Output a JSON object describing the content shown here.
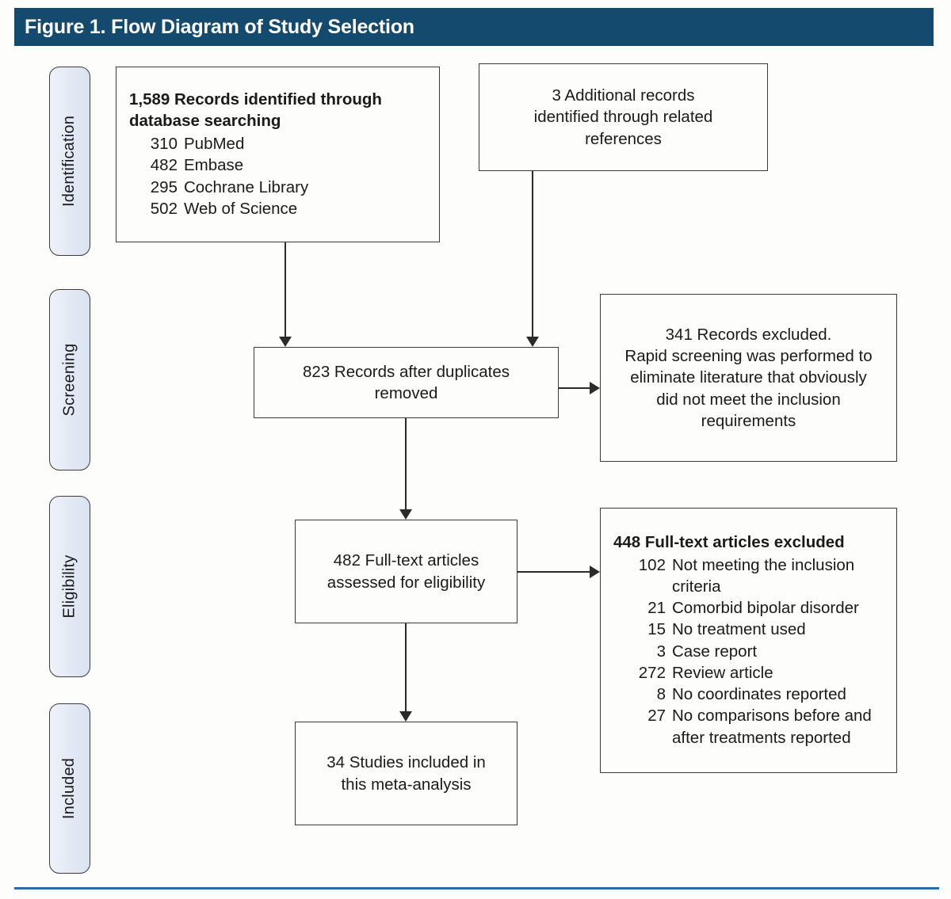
{
  "figure": {
    "header_title": "Figure 1. Flow Diagram of Study Selection",
    "header_color": "#144a6e",
    "rule_color": "#2a6ca8",
    "background": "#fdfdfb",
    "box_border_color": "#3b3b3b",
    "pill_fill": "#e3e9f6"
  },
  "stages": [
    {
      "id": "identification",
      "label": "Identification"
    },
    {
      "id": "screening",
      "label": "Screening"
    },
    {
      "id": "eligibility",
      "label": "Eligibility"
    },
    {
      "id": "included",
      "label": "Included"
    }
  ],
  "boxes": {
    "records_identified": {
      "heading": "1,589 Records identified through\ndatabase searching",
      "sources": [
        {
          "count": "310",
          "name": "PubMed"
        },
        {
          "count": "482",
          "name": "Embase"
        },
        {
          "count": "295",
          "name": "Cochrane Library"
        },
        {
          "count": "502",
          "name": "Web of Science"
        }
      ]
    },
    "additional_records": {
      "text": "3 Additional records\nidentified through related\nreferences"
    },
    "after_duplicates": {
      "text": "823 Records after duplicates\nremoved"
    },
    "records_excluded": {
      "text": "341 Records excluded.\nRapid screening was performed to\neliminate literature that obviously\ndid not meet the inclusion\nrequirements"
    },
    "fulltext_assessed": {
      "text": "482 Full-text articles\nassessed for eligibility"
    },
    "fulltext_excluded": {
      "heading": "448 Full-text articles excluded",
      "reasons": [
        {
          "count": "102",
          "label": "Not meeting the inclusion\ncriteria"
        },
        {
          "count": "21",
          "label": "Comorbid bipolar disorder"
        },
        {
          "count": "15",
          "label": "No treatment used"
        },
        {
          "count": "3",
          "label": "Case report"
        },
        {
          "count": "272",
          "label": "Review article"
        },
        {
          "count": "8",
          "label": "No coordinates reported"
        },
        {
          "count": "27",
          "label": "No comparisons before and\nafter treatments reported"
        }
      ]
    },
    "studies_included": {
      "text": "34 Studies included in\nthis meta-analysis"
    }
  }
}
